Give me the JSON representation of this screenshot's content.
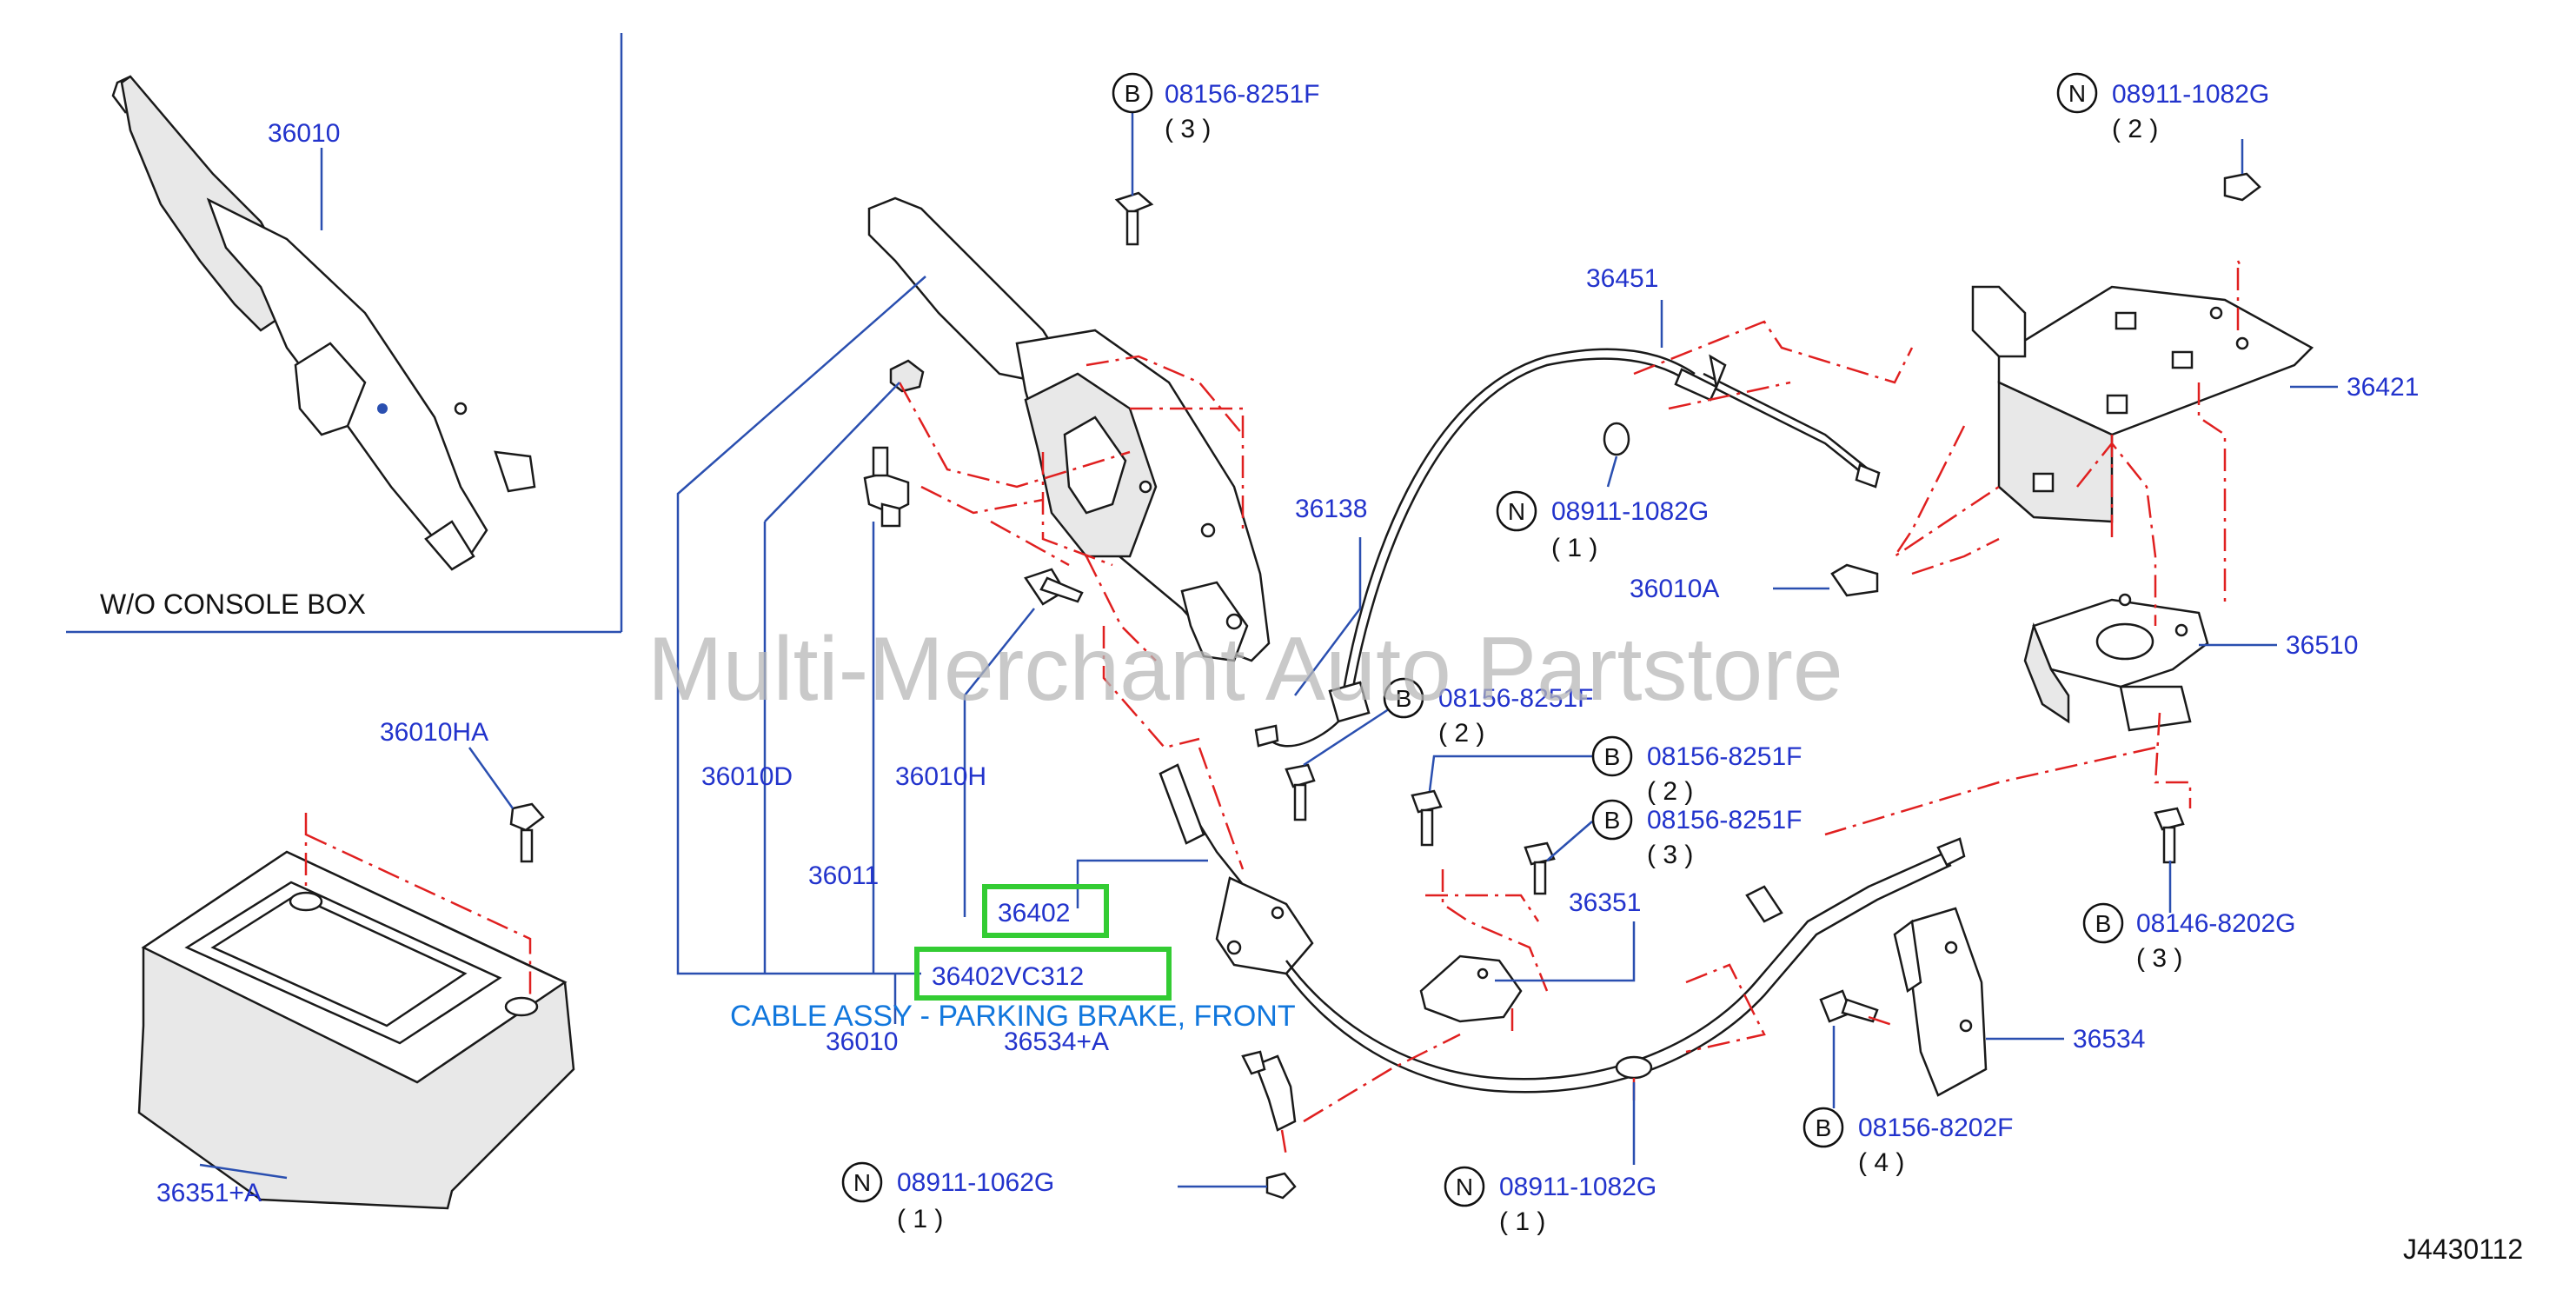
{
  "watermark": "Multi-Merchant Auto Partstore",
  "inset": {
    "caption": "W/O  CONSOLE  BOX",
    "part_label": "36010"
  },
  "description": "CABLE ASSY - PARKING BRAKE, FRONT",
  "diagram_code": "J4430112",
  "highlighted": {
    "part": "36402",
    "part_number": "36402VC312"
  },
  "labels": {
    "l36010D": "36010D",
    "l36011": "36011",
    "l36010H": "36010H",
    "l36010": "36010",
    "l36534A": "36534+A",
    "l36010HA": "36010HA",
    "l36351A": "36351+A",
    "l36138": "36138",
    "l36451": "36451",
    "l36421": "36421",
    "l36010A": "36010A",
    "l36510": "36510",
    "l36351": "36351",
    "l36534": "36534"
  },
  "callouts": [
    {
      "letter": "B",
      "part": "08156-8251F",
      "qty": "( 3 )"
    },
    {
      "letter": "N",
      "part": "08911-1082G",
      "qty": "( 2 )"
    },
    {
      "letter": "N",
      "part": "08911-1082G",
      "qty": "( 1 )"
    },
    {
      "letter": "B",
      "part": "08156-8251F",
      "qty": "( 2 )"
    },
    {
      "letter": "B",
      "part": "08156-8251F",
      "qty": "( 2 )"
    },
    {
      "letter": "B",
      "part": "08156-8251F",
      "qty": "( 3 )"
    },
    {
      "letter": "B",
      "part": "08146-8202G",
      "qty": "( 3 )"
    },
    {
      "letter": "B",
      "part": "08156-8202F",
      "qty": "( 4 )"
    },
    {
      "letter": "N",
      "part": "08911-1062G",
      "qty": "( 1 )"
    },
    {
      "letter": "N",
      "part": "08911-1082G",
      "qty": "( 1 )"
    }
  ],
  "colors": {
    "label": "#2233cc",
    "leader": "#2a4fb0",
    "dashed": "#e02020",
    "highlight": "#33cc33",
    "description": "#1177dd"
  }
}
